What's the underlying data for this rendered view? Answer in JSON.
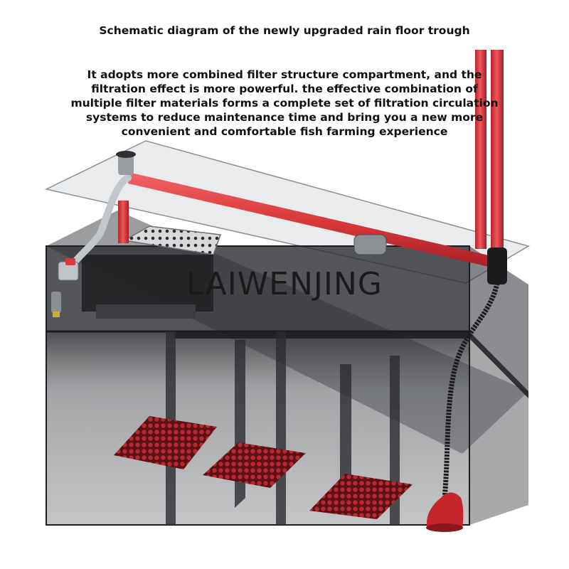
{
  "caption": {
    "title": "Schematic diagram of the newly upgraded rain floor trough",
    "description": "It adopts more combined filter structure compartment, and the filtration effect is more powerful. the effective combination of multiple filter materials forms a complete set of filtration circulation systems to reduce maintenance time and bring you a new more convenient and comfortable fish farming experience"
  },
  "watermark": "LAIWENJING",
  "colors": {
    "pipe_red": "#d9393b",
    "glass_dark": "#3b3d40",
    "mat_red": "#a5262c",
    "frame_black": "#1b1c1e"
  }
}
